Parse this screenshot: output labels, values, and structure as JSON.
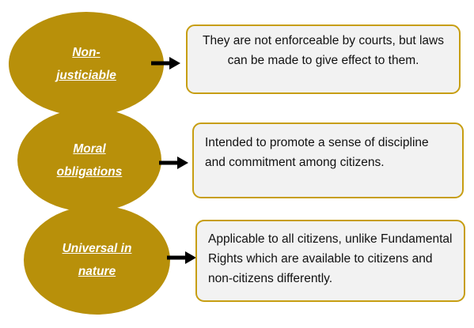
{
  "colors": {
    "ellipse_fill": "#b8900a",
    "box_border": "#c79e12",
    "box_fill": "#f2f2f2",
    "arrow": "#000000"
  },
  "rows": [
    {
      "term": "Non-justiciable",
      "term_lines": [
        "Non-",
        "justiciable"
      ],
      "description": "They are not enforceable by courts, but laws can be made to give effect to them."
    },
    {
      "term": "Moral obligations",
      "term_lines": [
        "Moral",
        "obligations"
      ],
      "description": "Intended to promote a sense of discipline and commitment among citizens."
    },
    {
      "term": "Universal in nature",
      "term_lines": [
        "Universal in",
        "nature"
      ],
      "description": "Applicable to all citizens, unlike Fundamental Rights which are available to citizens and non-citizens differently."
    }
  ]
}
